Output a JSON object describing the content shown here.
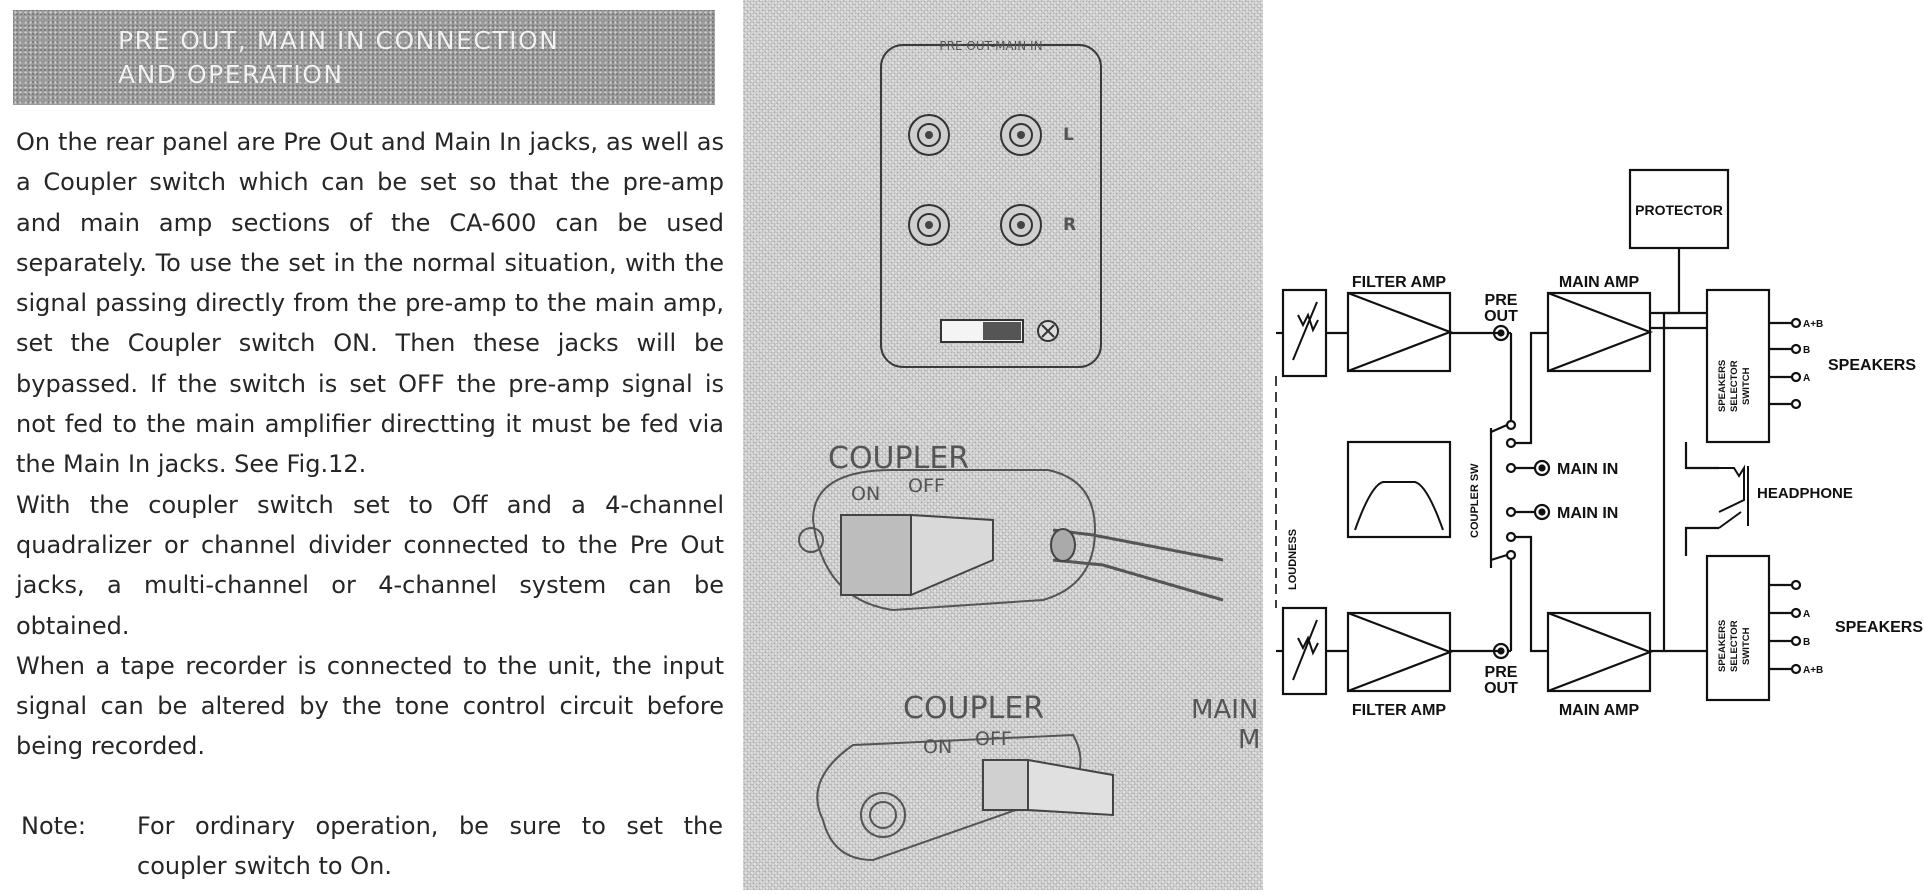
{
  "section": {
    "title_line1": "PRE OUT, MAIN IN CONNECTION",
    "title_line2": "AND OPERATION"
  },
  "paragraphs": [
    "On the rear panel are Pre Out and Main In jacks, as well as a Coupler switch which can be set so that the pre-amp and main amp sections of the CA-600 can be used separately. To use the set in the normal situation, with the signal passing directly from the pre-amp to the main amp, set the Coupler switch ON. Then these jacks will be bypassed. If the switch is set OFF the pre-amp signal is not fed to the main amplifier directting it must be fed via the Main In jacks. See Fig.12.",
    "With the coupler switch set to Off and a 4-channel quadralizer or channel divider connected to the Pre Out jacks, a multi-channel or 4-channel system can be obtained.",
    "When a tape recorder is connected to the unit, the input signal can be altered by the tone control circuit before being recorded."
  ],
  "note": {
    "label": "Note:",
    "text": "For ordinary operation, be sure to set the coupler switch to On."
  },
  "photo": {
    "panel_label": "PRE OUT-MAIN IN",
    "channel_left": "L",
    "channel_right": "R",
    "coupler_label_1": "COUPLER",
    "on_label_1": "ON",
    "off_label_1": "OFF",
    "coupler_label_2": "COUPLER",
    "on_label_2": "ON",
    "off_label_2": "OFF",
    "edge_text_1": "MAIN",
    "edge_text_2": "M"
  },
  "diagram": {
    "protector": "PROTECTOR",
    "filter_amp_top": "FILTER AMP",
    "filter_amp_bottom": "FILTER AMP",
    "main_amp_top": "MAIN AMP",
    "main_amp_bottom": "MAIN AMP",
    "pre": "PRE",
    "out": "OUT",
    "main_in_1": "MAIN IN",
    "main_in_2": "MAIN IN",
    "coupler_sw": "COUPLER SW",
    "loudness": "LOUDNESS",
    "speakers_top": "SPEAKERS",
    "speakers_bottom": "SPEAKERS",
    "headphone": "HEADPHONE",
    "selector_line1": "SPEAKERS",
    "selector_line2": "SELECTOR",
    "selector_line3": "SWITCH",
    "taps_top": [
      "A+B",
      "B",
      "A",
      ""
    ],
    "taps_bottom": [
      "",
      "A",
      "B",
      "A+B"
    ]
  }
}
